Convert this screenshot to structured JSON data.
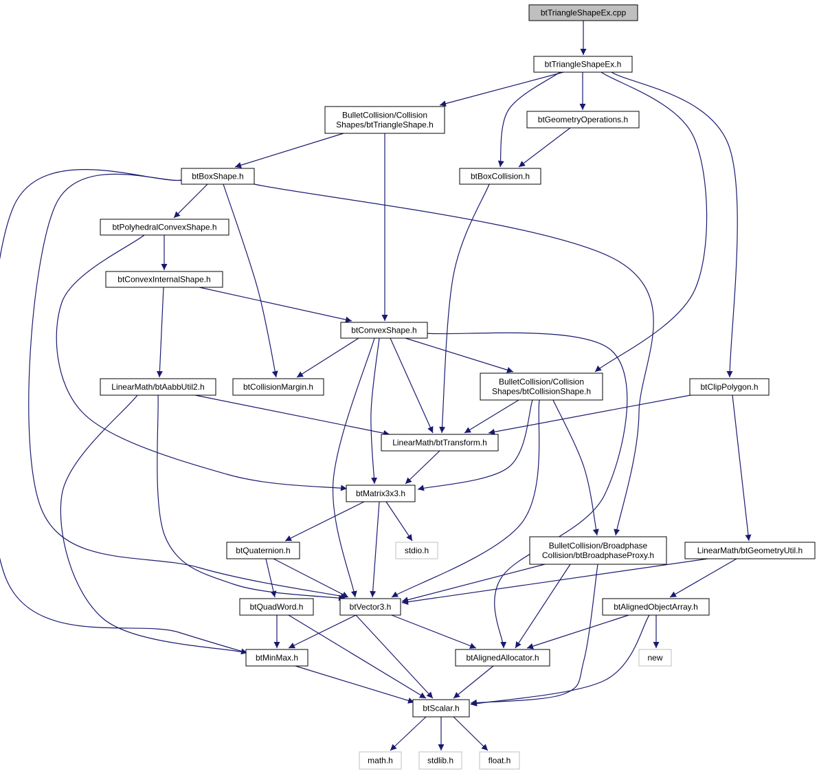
{
  "diagram": {
    "nodes": [
      {
        "id": "cpp",
        "lines": [
          "btTriangleShapeEx.cpp"
        ],
        "style": "root"
      },
      {
        "id": "tsx",
        "lines": [
          "btTriangleShapeEx.h"
        ],
        "style": "normal"
      },
      {
        "id": "bct",
        "lines": [
          "BulletCollision/Collision",
          "Shapes/btTriangleShape.h"
        ],
        "style": "normal"
      },
      {
        "id": "geo",
        "lines": [
          "btGeometryOperations.h"
        ],
        "style": "normal"
      },
      {
        "id": "box",
        "lines": [
          "btBoxShape.h"
        ],
        "style": "normal"
      },
      {
        "id": "boxc",
        "lines": [
          "btBoxCollision.h"
        ],
        "style": "normal"
      },
      {
        "id": "poly",
        "lines": [
          "btPolyhedralConvexShape.h"
        ],
        "style": "normal"
      },
      {
        "id": "cint",
        "lines": [
          "btConvexInternalShape.h"
        ],
        "style": "normal"
      },
      {
        "id": "cvx",
        "lines": [
          "btConvexShape.h"
        ],
        "style": "normal"
      },
      {
        "id": "aabb",
        "lines": [
          "LinearMath/btAabbUtil2.h"
        ],
        "style": "normal"
      },
      {
        "id": "cmarg",
        "lines": [
          "btCollisionMargin.h"
        ],
        "style": "normal"
      },
      {
        "id": "bcs",
        "lines": [
          "BulletCollision/Collision",
          "Shapes/btCollisionShape.h"
        ],
        "style": "normal"
      },
      {
        "id": "clip",
        "lines": [
          "btClipPolygon.h"
        ],
        "style": "normal"
      },
      {
        "id": "xform",
        "lines": [
          "LinearMath/btTransform.h"
        ],
        "style": "normal"
      },
      {
        "id": "mat",
        "lines": [
          "btMatrix3x3.h"
        ],
        "style": "normal"
      },
      {
        "id": "quat",
        "lines": [
          "btQuaternion.h"
        ],
        "style": "normal"
      },
      {
        "id": "stdio",
        "lines": [
          "stdio.h"
        ],
        "style": "external"
      },
      {
        "id": "bphase",
        "lines": [
          "BulletCollision/Broadphase",
          "Collision/btBroadphaseProxy.h"
        ],
        "style": "normal"
      },
      {
        "id": "gutil",
        "lines": [
          "LinearMath/btGeometryUtil.h"
        ],
        "style": "normal"
      },
      {
        "id": "qw",
        "lines": [
          "btQuadWord.h"
        ],
        "style": "normal"
      },
      {
        "id": "vec",
        "lines": [
          "btVector3.h"
        ],
        "style": "normal"
      },
      {
        "id": "aoa",
        "lines": [
          "btAlignedObjectArray.h"
        ],
        "style": "normal"
      },
      {
        "id": "minmax",
        "lines": [
          "btMinMax.h"
        ],
        "style": "normal"
      },
      {
        "id": "alloc",
        "lines": [
          "btAlignedAllocator.h"
        ],
        "style": "normal"
      },
      {
        "id": "new",
        "lines": [
          "new"
        ],
        "style": "external"
      },
      {
        "id": "scalar",
        "lines": [
          "btScalar.h"
        ],
        "style": "normal"
      },
      {
        "id": "math",
        "lines": [
          "math.h"
        ],
        "style": "external"
      },
      {
        "id": "stdlib",
        "lines": [
          "stdlib.h"
        ],
        "style": "external"
      },
      {
        "id": "float",
        "lines": [
          "float.h"
        ],
        "style": "external"
      }
    ],
    "edges": [
      {
        "from": "cpp",
        "to": "tsx"
      },
      {
        "from": "tsx",
        "to": "bct"
      },
      {
        "from": "tsx",
        "to": "geo"
      },
      {
        "from": "tsx",
        "to": "boxc"
      },
      {
        "from": "tsx",
        "to": "bcs"
      },
      {
        "from": "tsx",
        "to": "clip"
      },
      {
        "from": "bct",
        "to": "box"
      },
      {
        "from": "bct",
        "to": "cvx"
      },
      {
        "from": "geo",
        "to": "boxc"
      },
      {
        "from": "boxc",
        "to": "xform"
      },
      {
        "from": "box",
        "to": "poly"
      },
      {
        "from": "box",
        "to": "cmarg"
      },
      {
        "from": "box",
        "to": "bphase"
      },
      {
        "from": "box",
        "to": "vec"
      },
      {
        "from": "box",
        "to": "minmax"
      },
      {
        "from": "poly",
        "to": "cint"
      },
      {
        "from": "poly",
        "to": "mat"
      },
      {
        "from": "cint",
        "to": "cvx"
      },
      {
        "from": "cint",
        "to": "aabb"
      },
      {
        "from": "cvx",
        "to": "cmarg"
      },
      {
        "from": "cvx",
        "to": "bcs"
      },
      {
        "from": "cvx",
        "to": "xform"
      },
      {
        "from": "cvx",
        "to": "mat"
      },
      {
        "from": "cvx",
        "to": "vec"
      },
      {
        "from": "cvx",
        "to": "alloc"
      },
      {
        "from": "aabb",
        "to": "xform"
      },
      {
        "from": "aabb",
        "to": "vec"
      },
      {
        "from": "aabb",
        "to": "minmax"
      },
      {
        "from": "bcs",
        "to": "xform"
      },
      {
        "from": "bcs",
        "to": "mat"
      },
      {
        "from": "bcs",
        "to": "vec"
      },
      {
        "from": "bcs",
        "to": "bphase"
      },
      {
        "from": "clip",
        "to": "xform"
      },
      {
        "from": "clip",
        "to": "gutil"
      },
      {
        "from": "xform",
        "to": "mat"
      },
      {
        "from": "mat",
        "to": "quat"
      },
      {
        "from": "mat",
        "to": "stdio"
      },
      {
        "from": "mat",
        "to": "vec"
      },
      {
        "from": "quat",
        "to": "qw"
      },
      {
        "from": "quat",
        "to": "vec"
      },
      {
        "from": "bphase",
        "to": "vec"
      },
      {
        "from": "bphase",
        "to": "alloc"
      },
      {
        "from": "bphase",
        "to": "scalar"
      },
      {
        "from": "gutil",
        "to": "vec"
      },
      {
        "from": "gutil",
        "to": "aoa"
      },
      {
        "from": "qw",
        "to": "minmax"
      },
      {
        "from": "qw",
        "to": "scalar"
      },
      {
        "from": "vec",
        "to": "minmax"
      },
      {
        "from": "vec",
        "to": "alloc"
      },
      {
        "from": "vec",
        "to": "scalar"
      },
      {
        "from": "aoa",
        "to": "alloc"
      },
      {
        "from": "aoa",
        "to": "new"
      },
      {
        "from": "aoa",
        "to": "scalar"
      },
      {
        "from": "minmax",
        "to": "scalar"
      },
      {
        "from": "alloc",
        "to": "scalar"
      },
      {
        "from": "scalar",
        "to": "math"
      },
      {
        "from": "scalar",
        "to": "stdlib"
      },
      {
        "from": "scalar",
        "to": "float"
      }
    ]
  }
}
